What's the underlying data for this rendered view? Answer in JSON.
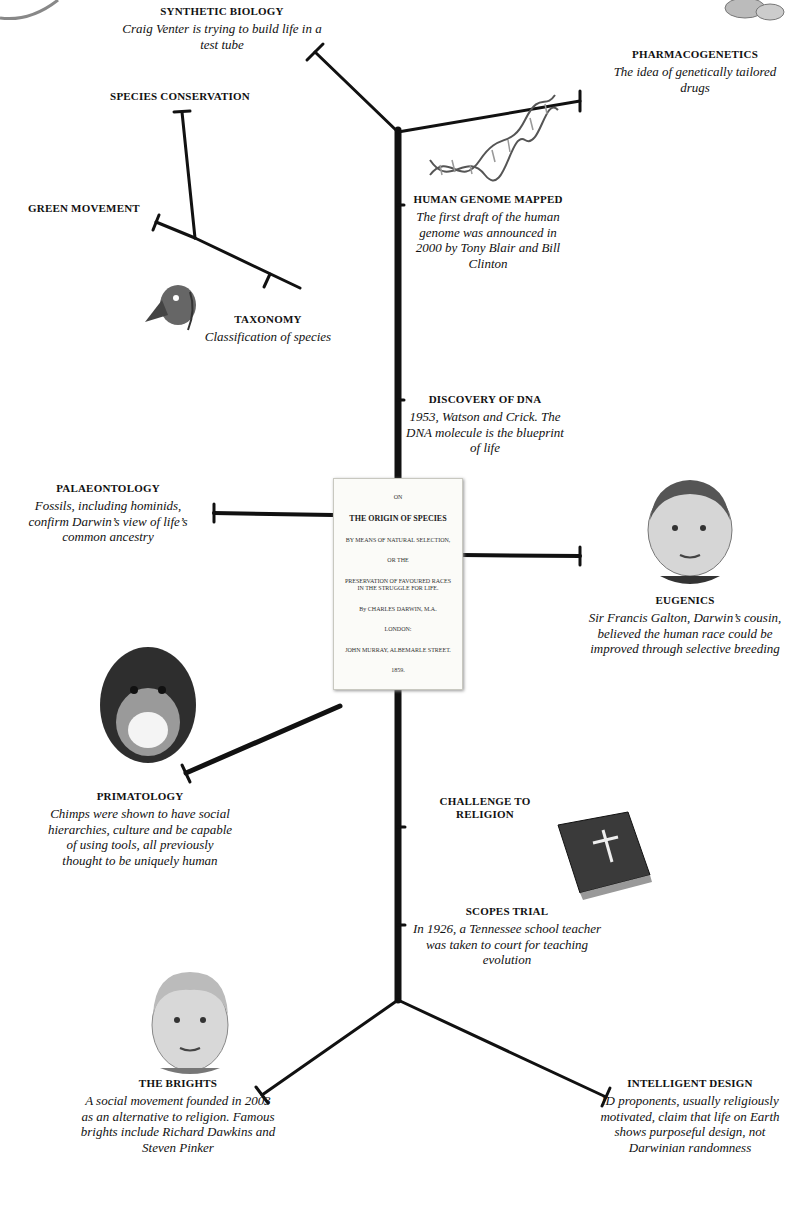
{
  "diagram": {
    "nodes": [
      {
        "text": [
          "ON",
          "THE ORIGIN OF SPECIES",
          "BY MEANS OF NATURAL SELECTION,",
          "OR THE",
          "PRESERVATION OF FAVOURED RACES IN THE STRUGGLE FOR LIFE.",
          "By CHARLES DARWIN, M.A.",
          "LONDON:",
          "JOHN MURRAY, ALBEMARLE STREET.",
          "1859."
        ]
      }
    ],
    "labels": [
      "SYNTHETIC BIOLOGY",
      "Craig Venter is trying to build life in a test tube",
      "PHARMACOGENETICS",
      "The idea of genetically tailored drugs",
      "SPECIES CONSERVATION",
      "HUMAN GENOME MAPPED",
      "The first draft of the human genome was announced in 2000 by Tony Blair and Bill Clinton",
      "GREEN MOVEMENT",
      "TAXONOMY",
      "Classification of species",
      "DISCOVERY OF DNA",
      "1953, Watson and Crick. The DNA molecule is the blueprint of life",
      "PALAEONTOLOGY",
      "Fossils, including hominids, confirm Darwin’s view of life’s common ancestry",
      "EUGENICS",
      "Sir Francis Galton, Darwin’s cousin, believed the human race could be improved through selective breeding",
      "PRIMATOLOGY",
      "Chimps were shown to have social hierarchies, culture and be capable of using tools, all previously thought to be uniquely human",
      "CHALLENGE TO RELIGION",
      "SCOPES TRIAL",
      "In 1926, a Tennessee school teacher was taken to court for teaching evolution",
      "THE BRIGHTS",
      "A social movement founded in 2003 as an alternative to religion. Famous brights include Richard Dawkins and Steven Pinker",
      "INTELLIGENT DESIGN",
      "ID proponents, usually religiously motivated, claim that life on Earth shows purposeful design, not Darwinian randomness"
    ]
  }
}
